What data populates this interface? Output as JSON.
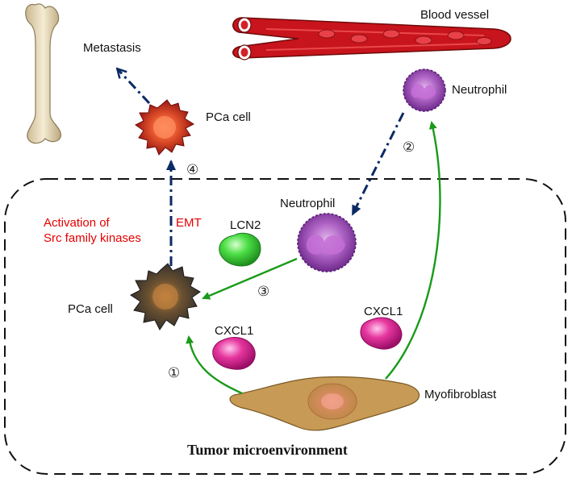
{
  "labels": {
    "blood_vessel": "Blood vessel",
    "metastasis": "Metastasis",
    "pca_cell_top": "PCa cell",
    "neutrophil_top": "Neutrophil",
    "neutrophil_mid": "Neutrophil",
    "lcn2": "LCN2",
    "activation_line1": "Activation of",
    "activation_line2": "Src family kinases",
    "emt": "EMT",
    "pca_cell_bottom": "PCa cell",
    "cxcl1_left": "CXCL1",
    "cxcl1_right": "CXCL1",
    "myofibroblast": "Myofibroblast",
    "tumor_microenvironment": "Tumor microenvironment"
  },
  "steps": {
    "s1": "①",
    "s2": "②",
    "s3": "③",
    "s4": "④"
  },
  "colors": {
    "green_arrow": "#1a9a1a",
    "navy_arrow": "#0b2a63",
    "accent_red": "#e60000",
    "lcn2_fill": "#44d944",
    "cxcl1_fill": "#e0309a",
    "neutrophil_fill": "#8e3fae",
    "vessel_fill": "#c8141c",
    "bone_fill": "#e8dcc0"
  }
}
